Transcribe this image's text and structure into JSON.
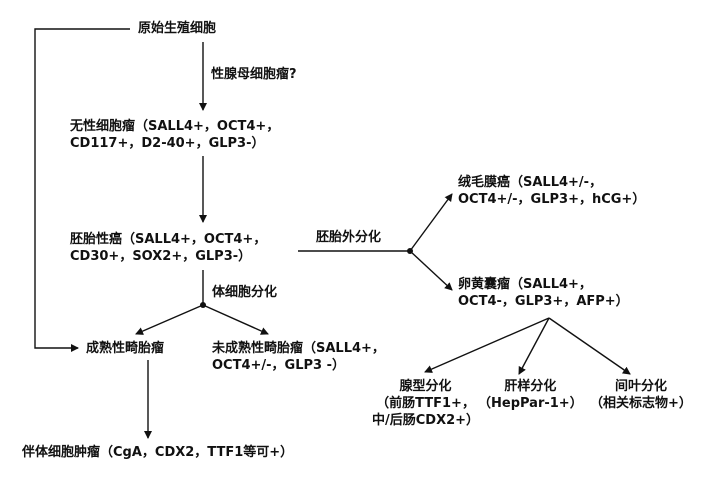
{
  "nodes": {
    "pgc": "原始生殖细胞",
    "gonadoblastoma": "性腺母细胞瘤?",
    "dysgerminoma": {
      "line1": "无性细胞瘤（SALL4+，OCT4+，",
      "line2": "CD117+，D2-40+，GLP3-）"
    },
    "embryonal": {
      "line1": "胚胎性癌（SALL4+，OCT4+，",
      "line2": "CD30+，SOX2+，GLP3-）"
    },
    "extraembryonic": "胚胎外分化",
    "choriocarcinoma": {
      "line1": "绒毛膜癌（SALL4+/-，",
      "line2": "OCT4+/-，GLP3+，hCG+）"
    },
    "yolk_sac": {
      "line1": "卵黄囊瘤（SALL4+，",
      "line2": "OCT4-，GLP3+，AFP+）"
    },
    "somatic": "体细胞分化",
    "mature_teratoma": "成熟性畸胎瘤",
    "immature_teratoma": {
      "line1": "未成熟性畸胎瘤（SALL4+，",
      "line2": "OCT4+/-，GLP3 -）"
    },
    "glandular": {
      "line1": "腺型分化",
      "line2": "（前肠TTF1+，",
      "line3": "中/后肠CDX2+）"
    },
    "hepatoid": {
      "line1": "肝样分化",
      "line2": "（HepPar-1+）"
    },
    "mesenchymal": {
      "line1": "间叶分化",
      "line2": "（相关标志物+）"
    },
    "somatic_tumor": "伴体细胞肿瘤（CgA，CDX2，TTF1等可+）"
  },
  "colors": {
    "ink": "#111111",
    "background": "#ffffff"
  }
}
